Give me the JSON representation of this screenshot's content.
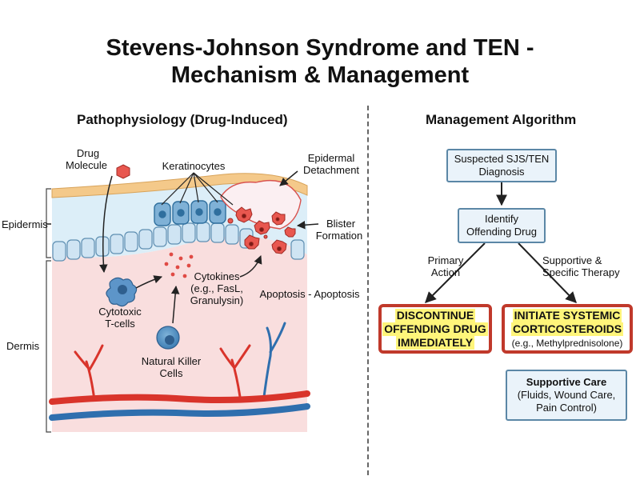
{
  "title": {
    "line1": "Stevens-Johnson Syndrome and TEN -",
    "line2": "Mechanism & Management"
  },
  "left_panel": {
    "heading": "Pathophysiology (Drug-Induced)",
    "labels": {
      "drug_molecule_1": "Drug",
      "drug_molecule_2": "Molecule",
      "keratinocytes": "Keratinocytes",
      "epidermal_detachment_1": "Epidermal",
      "epidermal_detachment_2": "Detachment",
      "blister_formation_1": "Blister",
      "blister_formation_2": "Formation",
      "epidermis": "Epidermis",
      "dermis": "Dermis",
      "cytokines_1": "Cytokines",
      "cytokines_2": "(e.g., FasL,",
      "cytokines_3": "Granulysin)",
      "apoptosis": "Apoptosis - Apoptosis",
      "cytotoxic_1": "Cytotoxic",
      "cytotoxic_2": "T-cells",
      "nk_1": "Natural Killer",
      "nk_2": "Cells"
    }
  },
  "right_panel": {
    "heading": "Management Algorithm",
    "suspected": {
      "line1": "Suspected SJS/TEN",
      "line2": "Diagnosis"
    },
    "identify": {
      "line1": "Identify",
      "line2": "Offending Drug"
    },
    "primary_action": {
      "line1": "Primary",
      "line2": "Action"
    },
    "supportive_specific": {
      "line1": "Supportive &",
      "line2": "Specific Therapy"
    },
    "discontinue": {
      "line1": "DISCONTINUE",
      "line2": "OFFENDING DRUG",
      "line3": "IMMEDIATELY"
    },
    "initiate": {
      "line1": "INITIATE SYSTEMIC",
      "line2": "CORTICOSTEROIDS",
      "line3": "(e.g., Methylprednisolone)"
    },
    "supportive_care": {
      "line1": "Supportive Care",
      "line2": "(Fluids, Wound Care,",
      "line3": "Pain Control)"
    }
  },
  "colors": {
    "box_border": "#5b87a6",
    "box_fill": "#eaf3fa",
    "action_border": "#c0392b",
    "highlight": "#fff57a",
    "epidermis_fill": "#dceef8",
    "dermis_fill": "#f9dede",
    "artery": "#d9342b",
    "vein": "#2f6fae"
  }
}
